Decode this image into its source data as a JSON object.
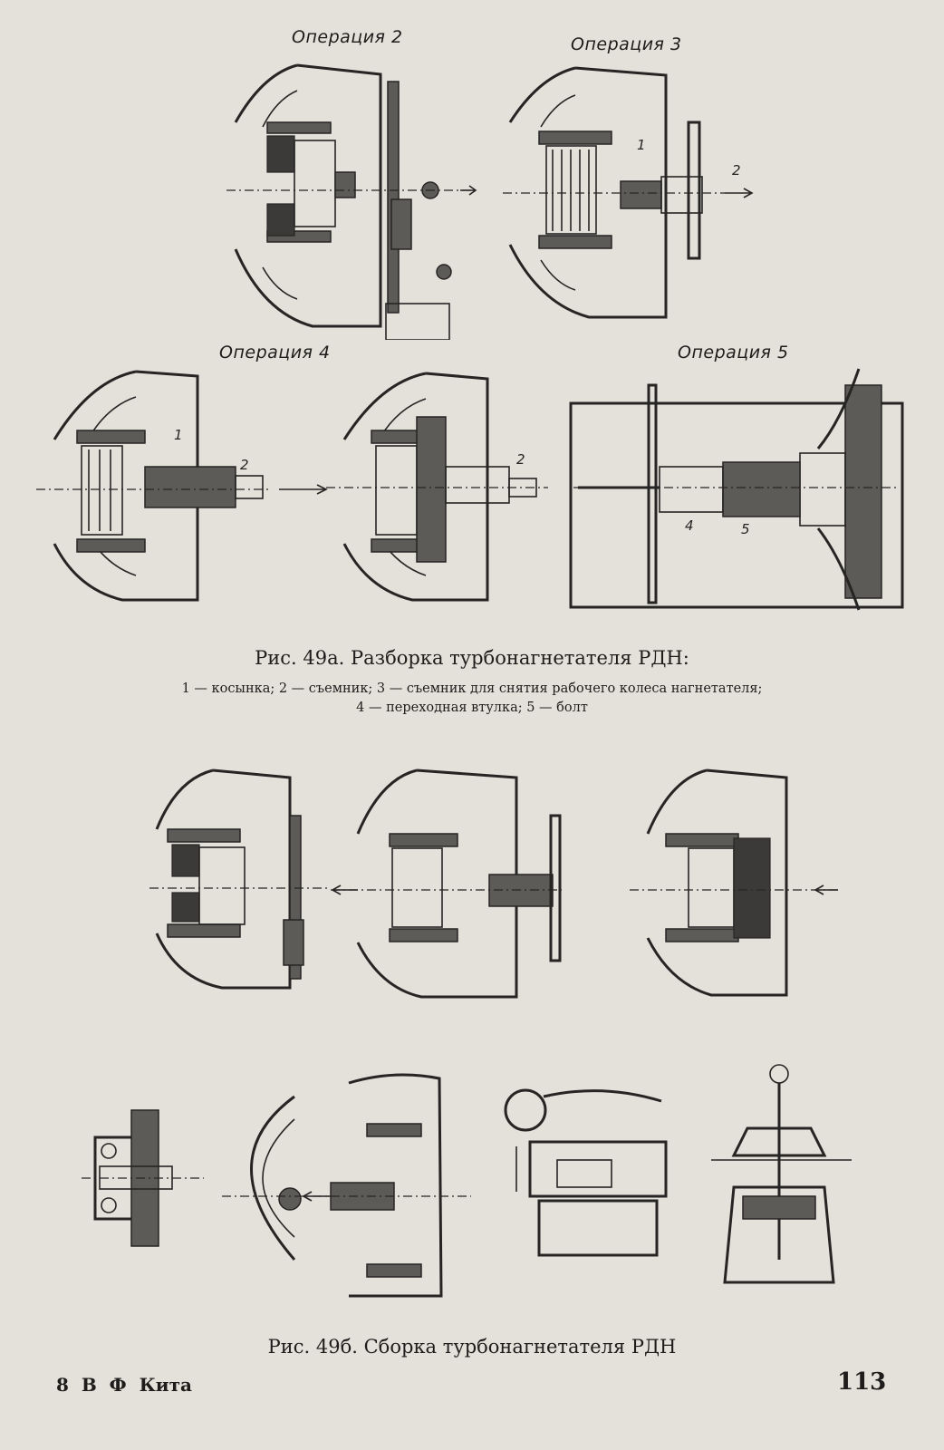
{
  "operations": {
    "op2": "Операция 2",
    "op3": "Операция 3",
    "op4": "Операция 4",
    "op5": "Операция 5"
  },
  "part_numbers": {
    "p1": "1",
    "p2": "2",
    "p4": "4",
    "p5": "5"
  },
  "fig_a": {
    "title": "Рис. 49а. Разборка турбонагнетателя РДН:",
    "legend_line1": "1 — косынка; 2 — съемник; 3 — съемник для снятия рабочего колеса нагнетателя;",
    "legend_line2": "4 — переходная втулка; 5 — болт"
  },
  "fig_b": {
    "title": "Рис. 49б. Сборка турбонагнетателя РДН"
  },
  "footer": {
    "signature": "8  В  Ф  Кита",
    "page_number": "113"
  }
}
